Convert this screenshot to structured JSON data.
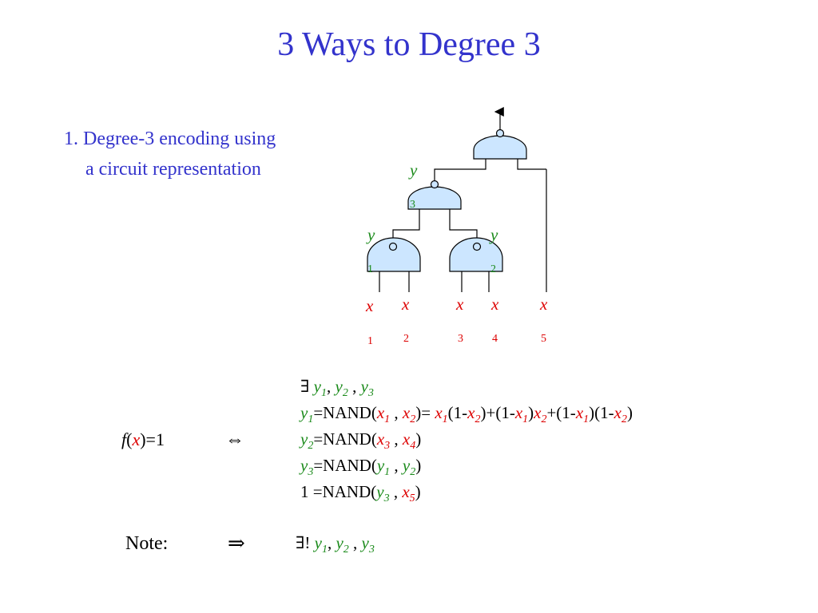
{
  "title": "3 Ways to Degree 3",
  "point": {
    "line1": "1. Degree-3 encoding using",
    "line2": "a circuit representation"
  },
  "colors": {
    "title": "#3333cc",
    "gate_fill": "#cce6ff",
    "var_y": "#1a8a1a",
    "var_x": "#dd0000"
  },
  "circuit": {
    "y_labels": {
      "y1": {
        "letter": "y",
        "index": "1"
      },
      "y2": {
        "letter": "y",
        "index": "2"
      },
      "y3": {
        "letter": "y",
        "index": "3"
      }
    },
    "x_labels": [
      {
        "letter": "x",
        "index": "1"
      },
      {
        "letter": "x",
        "index": "2"
      },
      {
        "letter": "x",
        "index": "3"
      },
      {
        "letter": "x",
        "index": "4"
      },
      {
        "letter": "x",
        "index": "5"
      }
    ],
    "gates": [
      "gate-y1",
      "gate-y2",
      "gate-y3",
      "gate-out"
    ]
  },
  "lhs": {
    "f": "f",
    "open": "(",
    "x": "x",
    "close": ")=1"
  },
  "iff_symbol": "⇔",
  "equations": {
    "exists": {
      "symbol": "∃",
      "y1": "y",
      "s1": "1",
      "c1": ",",
      "y2": "y",
      "s2": "2",
      "c2": ",",
      "y3": "y",
      "s3": "3"
    },
    "eq1": {
      "lhs": "y",
      "lsub": "1",
      "op": "=NAND(",
      "a": "x",
      "as": "1",
      "comma": ",",
      "b": "x",
      "bs": "2",
      "mid": ")=",
      "t1": "x",
      "t1s": "1",
      "p1": "(1-",
      "t2": "x",
      "t2s": "2",
      "p2": ")+(1-",
      "t3": "x",
      "t3s": "1",
      "p3": ")",
      "t4": "x",
      "t4s": "2",
      "p4": "+(1-",
      "t5": "x",
      "t5s": "1",
      "p5": ")(1-",
      "t6": "x",
      "t6s": "2",
      "p6": ")"
    },
    "eq2": {
      "lhs": "y",
      "lsub": "2",
      "op": "=NAND(",
      "a": "x",
      "as": "3",
      "comma": ",",
      "b": "x",
      "bs": "4",
      "close": ")"
    },
    "eq3": {
      "lhs": "y",
      "lsub": "3",
      "op": "=NAND(",
      "a": "y",
      "as": "1",
      "comma": ",",
      "b": "y",
      "bs": "2",
      "close": ")"
    },
    "eq4": {
      "lhs": "1",
      "op": "=NAND(",
      "a": "y",
      "as": "3",
      "comma": ",",
      "b": "x",
      "bs": "5",
      "close": ")"
    }
  },
  "note": {
    "label": "Note:",
    "implies": "⇒",
    "symbol": "∃!",
    "y1": "y",
    "s1": "1",
    "c1": ",",
    "y2": "y",
    "s2": "2",
    "c2": ",",
    "y3": "y",
    "s3": "3"
  }
}
